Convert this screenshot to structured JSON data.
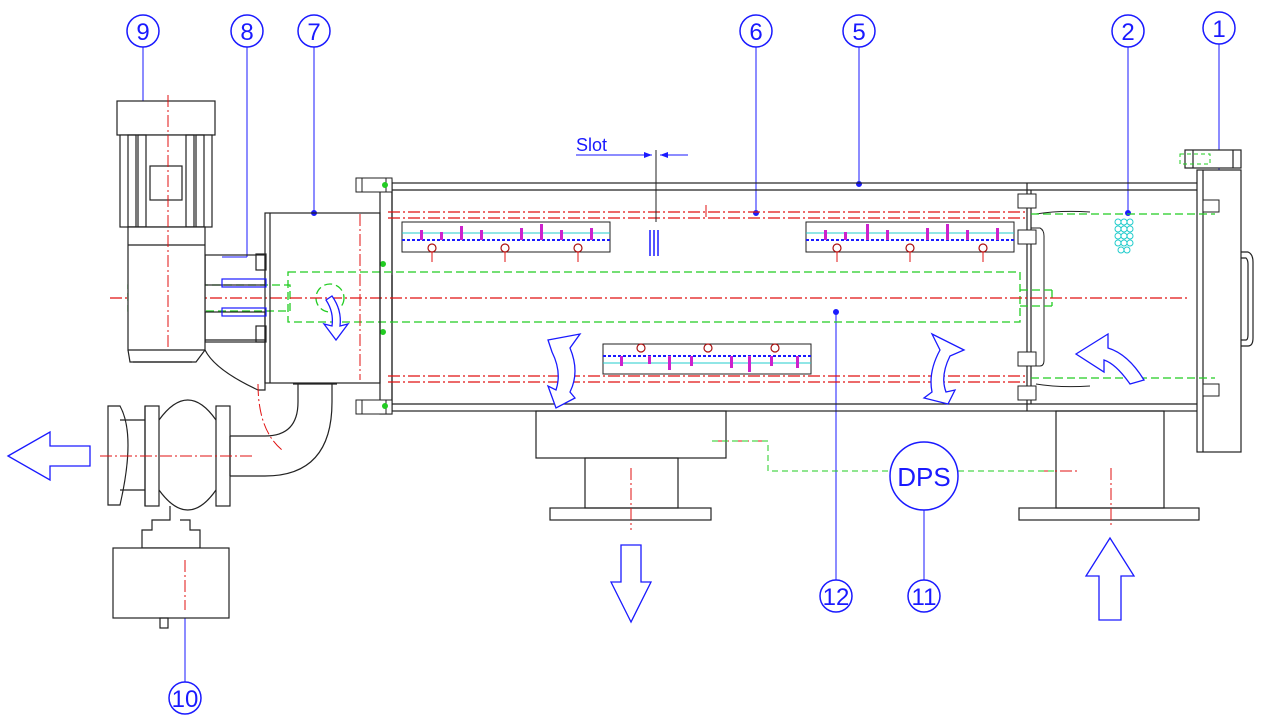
{
  "colors": {
    "outline": "#222222",
    "centerline": "#e01010",
    "hidden": "#22cc22",
    "annotation": "#1a1aff",
    "brush": "#cc22cc",
    "spray": "#22cccc"
  },
  "labels": {
    "slot": "Slot",
    "dps": "DPS"
  },
  "balloons": [
    {
      "id": "b9",
      "text": "9"
    },
    {
      "id": "b8",
      "text": "8"
    },
    {
      "id": "b7",
      "text": "7"
    },
    {
      "id": "b6",
      "text": "6"
    },
    {
      "id": "b5",
      "text": "5"
    },
    {
      "id": "b2",
      "text": "2"
    },
    {
      "id": "b1",
      "text": "1"
    },
    {
      "id": "b12",
      "text": "12"
    },
    {
      "id": "b11",
      "text": "11"
    },
    {
      "id": "b10",
      "text": "10"
    }
  ]
}
